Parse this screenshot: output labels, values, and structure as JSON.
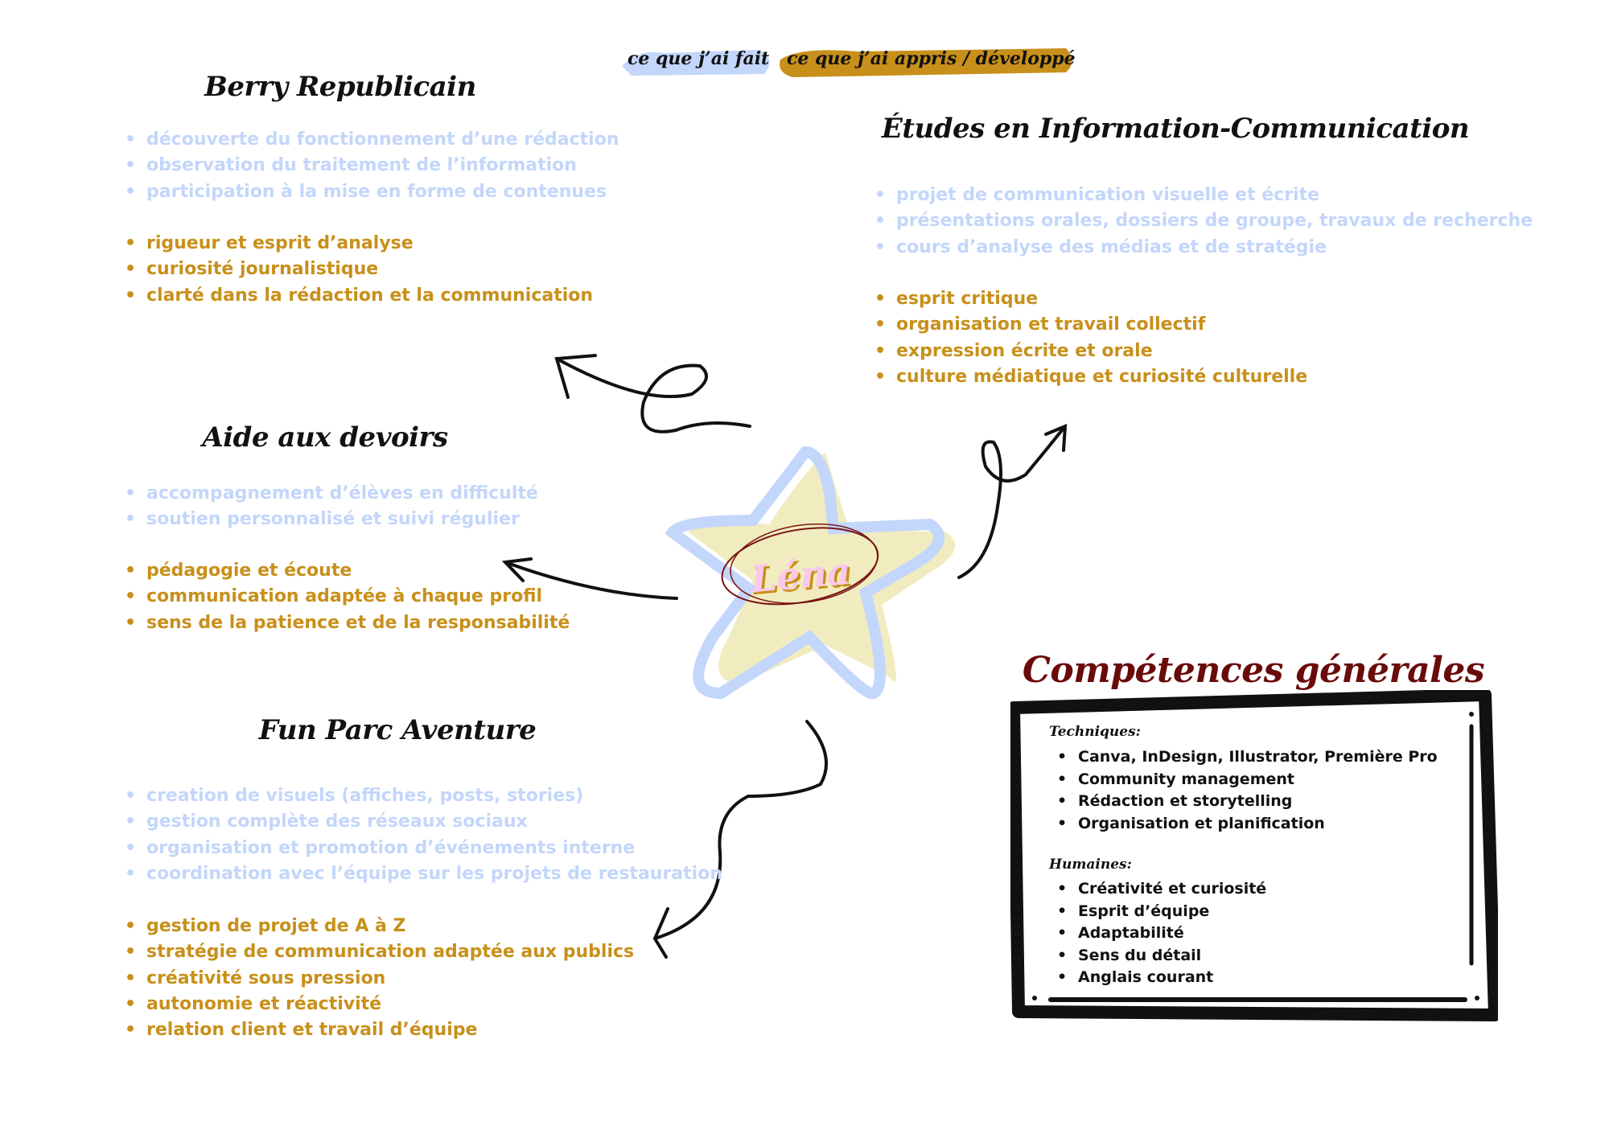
{
  "legend": {
    "done": "ce que j’ai fait",
    "learned": "ce que j’ai appris / développé"
  },
  "center_name": "Léna",
  "sections": {
    "berry": {
      "title": "Berry Republicain",
      "done": [
        "découverte du fonctionnement d’une rédaction",
        "observation du traitement de l’information",
        "participation à la mise en forme de contenues"
      ],
      "learned": [
        "rigueur et esprit d’analyse",
        "curiosité journalistique",
        "clarté dans la rédaction et la communication"
      ]
    },
    "etudes": {
      "title": "Études en Information-Communication",
      "done": [
        "projet de communication visuelle et écrite",
        "présentations orales, dossiers de groupe, travaux de recherche",
        "cours d’analyse des médias et de stratégie"
      ],
      "learned": [
        "esprit critique",
        "organisation et travail collectif",
        "expression écrite et orale",
        "culture médiatique et curiosité culturelle"
      ]
    },
    "aide": {
      "title": "Aide aux devoirs",
      "done": [
        "accompagnement d’élèves en difficulté",
        "soutien personnalisé et suivi régulier"
      ],
      "learned": [
        "pédagogie et écoute",
        "communication adaptée à chaque profil",
        "sens de la patience et de la responsabilité"
      ]
    },
    "fun": {
      "title": "Fun Parc Aventure",
      "done": [
        "creation de visuels (affiches, posts, stories)",
        "gestion complète des réseaux sociaux",
        "organisation et promotion d’événements interne",
        "coordination avec l’équipe sur les projets de restauration"
      ],
      "learned": [
        "gestion de projet de A à Z",
        "stratégie de communication adaptée aux publics",
        "créativité sous pression",
        "autonomie et réactivité",
        "relation client et travail d’équipe"
      ]
    }
  },
  "competences": {
    "title": "Compétences générales",
    "techniques_label": "Techniques:",
    "techniques": [
      "Canva, InDesign, Illustrator, Première Pro",
      "Community management",
      "Rédaction et storytelling",
      "Organisation et planification"
    ],
    "humaines_label": "Humaines:",
    "humaines": [
      "Créativité et curiosité",
      "Esprit d’équipe",
      "Adaptabilité",
      "Sens du détail",
      "Anglais courant"
    ]
  },
  "colors": {
    "done": "#c3d6fb",
    "learned": "#c8901a",
    "title_red": "#6b0a0a",
    "name_pink": "#f9c9ec",
    "star_yellow": "#f1ecbf"
  }
}
